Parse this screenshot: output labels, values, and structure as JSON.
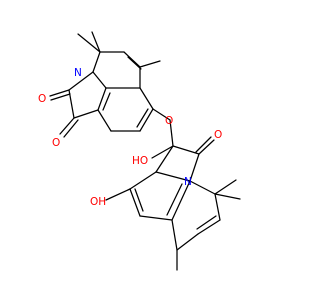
{
  "diagram": {
    "type": "chemical-structure",
    "colors": {
      "bond": "#000000",
      "oxygen": "#ff0000",
      "nitrogen": "#0000ff",
      "background": "#ffffff"
    },
    "atom_labels": {
      "upper_carbonyl_o1": "O",
      "upper_carbonyl_o2": "O",
      "upper_n": "N",
      "ether_o": "O",
      "lower_hydroxyl": "HO",
      "lower_carbonyl_o": "O",
      "lower_n": "N",
      "phenol_oh": "OH"
    }
  }
}
